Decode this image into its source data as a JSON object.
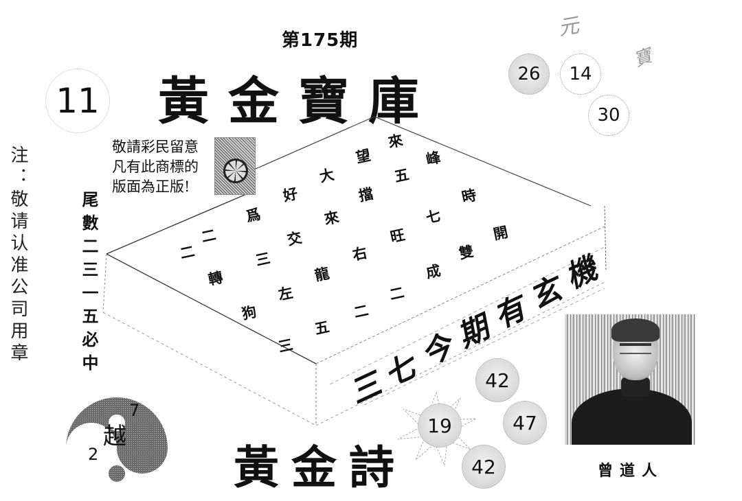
{
  "header": {
    "issue_label": "第175期",
    "title": "黃金寶庫",
    "corner_number": "11"
  },
  "notice": {
    "lines": [
      "敬請彩民留意",
      "凡有此商標的",
      "版面為正版!"
    ],
    "trademark_icon": "wheel-trademark-icon"
  },
  "left_note": {
    "text": "注：敬请认准公司用章"
  },
  "tail_note": {
    "text": "尾數二三一五必中"
  },
  "top_right": {
    "stamps": [
      "元",
      "寶"
    ],
    "balls": [
      {
        "value": "26",
        "style": "shaded"
      },
      {
        "value": "14",
        "style": "dotted"
      },
      {
        "value": "30",
        "style": "dotted"
      }
    ]
  },
  "box": {
    "rows": [
      [
        "二",
        "二",
        "爲",
        "好",
        "大",
        "望",
        "來"
      ],
      [
        "轉",
        "三",
        "交",
        "來",
        "擋",
        "五",
        "峰"
      ],
      [
        "狗",
        "左",
        "龍",
        "右",
        "旺",
        "七",
        "時"
      ],
      [
        "三",
        "五",
        "二",
        "二",
        "成",
        "雙",
        "開"
      ]
    ],
    "front_text": [
      "三",
      "七",
      "今",
      "期",
      "有",
      "玄",
      "機"
    ]
  },
  "yinyang": {
    "center_char": "越",
    "top_number": "7",
    "bottom_number": "2"
  },
  "bottom_balls": [
    {
      "value": "42"
    },
    {
      "value": "19"
    },
    {
      "value": "47"
    },
    {
      "value": "42"
    }
  ],
  "poem_title": "黃金詩",
  "portrait": {
    "caption": "曾道人"
  }
}
